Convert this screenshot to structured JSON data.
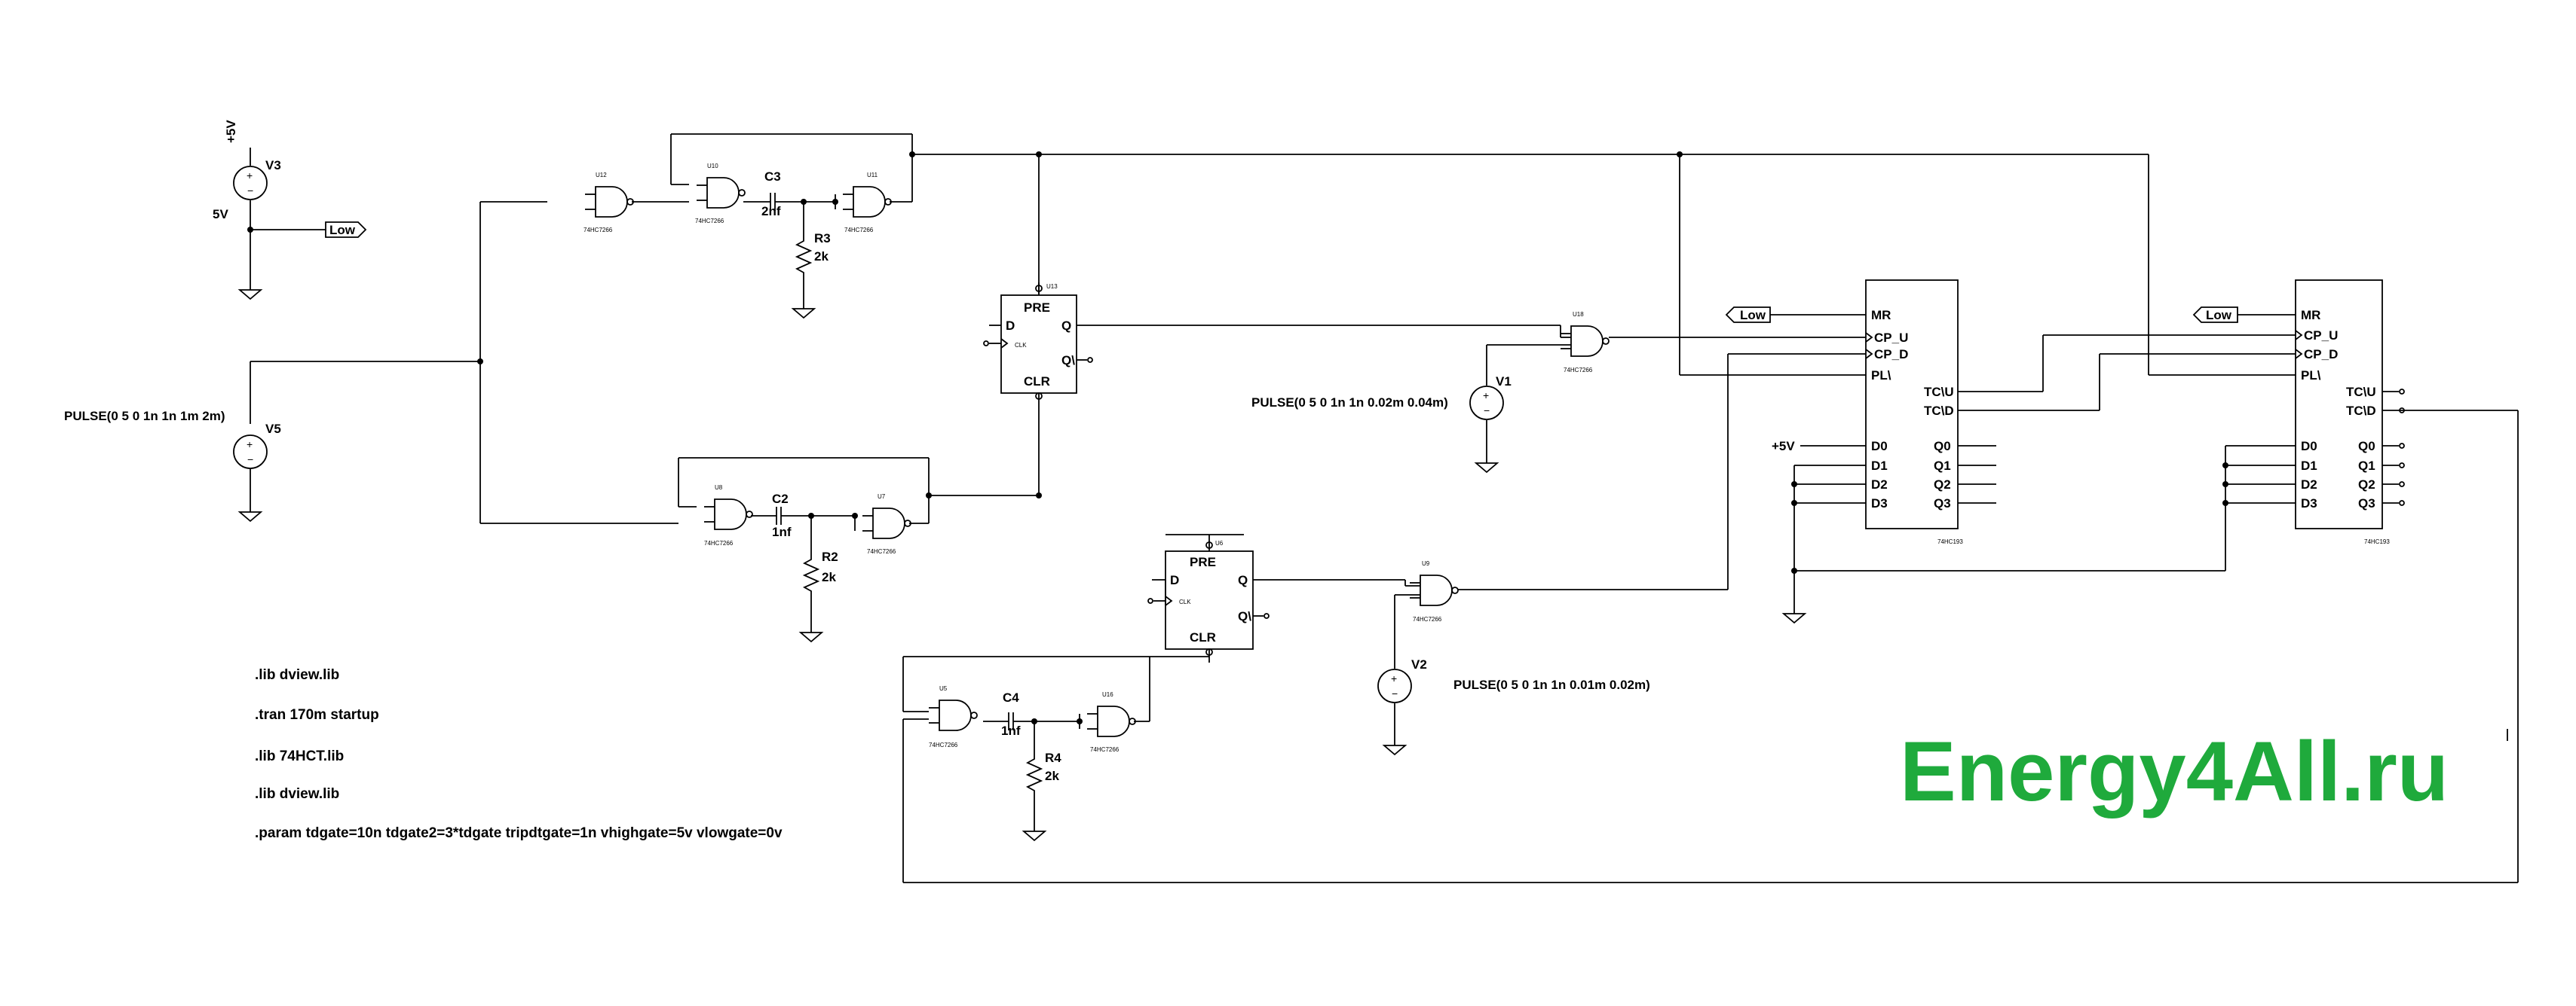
{
  "watermark": "Energy4All.ru",
  "colors": {
    "wire": "#000000",
    "background": "#ffffff",
    "watermark": "#1faa3c"
  },
  "sources": {
    "v3": {
      "ref": "V3",
      "value": "5V",
      "supply": "+5V"
    },
    "v5": {
      "ref": "V5",
      "value": "PULSE(0 5 0 1n 1n 1m 2m)"
    },
    "v1": {
      "ref": "V1",
      "value": "PULSE(0 5 0 1n 1n 0.02m 0.04m)"
    },
    "v2": {
      "ref": "V2",
      "value": "PULSE(0 5 0 1n 1n 0.01m 0.02m)"
    }
  },
  "passives": {
    "c3": {
      "ref": "C3",
      "value": "2nf"
    },
    "r3": {
      "ref": "R3",
      "value": "2k"
    },
    "c2": {
      "ref": "C2",
      "value": "1nf"
    },
    "r2": {
      "ref": "R2",
      "value": "2k"
    },
    "c4": {
      "ref": "C4",
      "value": "1nf"
    },
    "r4": {
      "ref": "R4",
      "value": "2k"
    }
  },
  "net_labels": {
    "low": "Low",
    "plus5v": "+5V"
  },
  "gates": {
    "u12": {
      "ref": "U12",
      "type": "74HC7266"
    },
    "u10": {
      "ref": "U10",
      "type": "74HC7266"
    },
    "u11": {
      "ref": "U11",
      "type": "74HC7266"
    },
    "u8": {
      "ref": "U8",
      "type": "74HC7266"
    },
    "u7": {
      "ref": "U7",
      "type": "74HC7266"
    },
    "u5": {
      "ref": "U5",
      "type": "74HC7266"
    },
    "u16": {
      "ref": "U16",
      "type": "74HC7266"
    },
    "u18": {
      "ref": "U18",
      "type": "74HC7266"
    },
    "u9": {
      "ref": "U9",
      "type": "74HC7266"
    }
  },
  "flipflops": {
    "u13": {
      "ref": "U13",
      "type": "74HC74",
      "pins": {
        "pre": "PRE",
        "clr": "CLR",
        "d": "D",
        "q": "Q",
        "qbar": "Q\\",
        "clk": "CLK"
      }
    },
    "u6": {
      "ref": "U6",
      "type": "74HC74",
      "pins": {
        "pre": "PRE",
        "clr": "CLR",
        "d": "D",
        "q": "Q",
        "qbar": "Q\\",
        "clk": "CLK"
      }
    }
  },
  "counters": {
    "left": {
      "type": "74HC193",
      "pins": {
        "mr": "MR",
        "cpu": "CP_U",
        "cpd": "CP_D",
        "pl": "PL\\",
        "tcu": "TC\\U",
        "tcd": "TC\\D",
        "d0": "D0",
        "d1": "D1",
        "d2": "D2",
        "d3": "D3",
        "q0": "Q0",
        "q1": "Q1",
        "q2": "Q2",
        "q3": "Q3"
      }
    },
    "right": {
      "type": "74HC193",
      "pins": {
        "mr": "MR",
        "cpu": "CP_U",
        "cpd": "CP_D",
        "pl": "PL\\",
        "tcu": "TC\\U",
        "tcd": "TC\\D",
        "d0": "D0",
        "d1": "D1",
        "d2": "D2",
        "d3": "D3",
        "q0": "Q0",
        "q1": "Q1",
        "q2": "Q2",
        "q3": "Q3"
      }
    }
  },
  "directives": [
    ".lib dview.lib",
    ".tran 170m startup",
    ".lib 74HCT.lib",
    ".lib dview.lib",
    ".param tdgate=10n tdgate2=3*tdgate tripdtgate=1n vhighgate=5v vlowgate=0v"
  ]
}
